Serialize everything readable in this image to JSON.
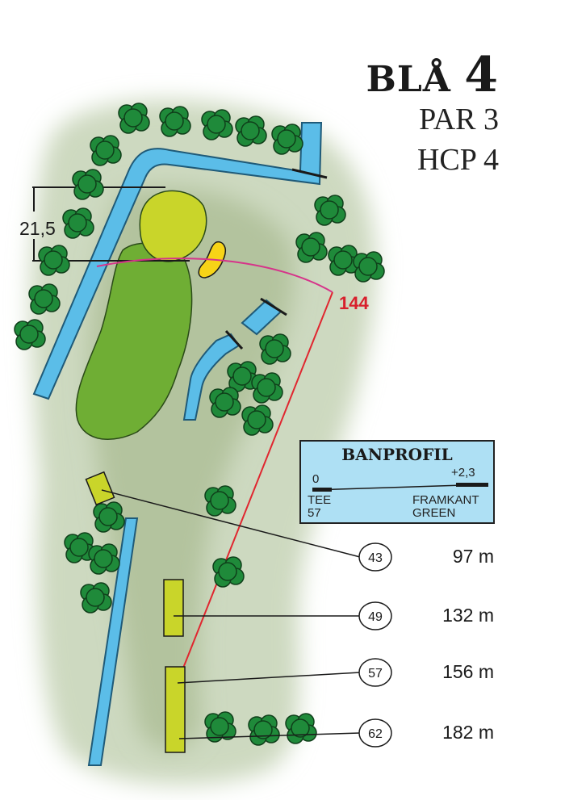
{
  "hole": {
    "tee_label": "BLÅ",
    "number": "4",
    "par_text": "PAR 3",
    "hcp_text": "HCP 4"
  },
  "green_depth": "21,5",
  "front_distance": "144",
  "profile": {
    "title": "BANPROFIL",
    "left_value": "0",
    "right_value": "+2,3",
    "left_label_1": "TEE",
    "left_label_2": "57",
    "right_label_1": "FRAMKANT",
    "right_label_2": "GREEN"
  },
  "tees": [
    {
      "id": "43",
      "distance": "97 m"
    },
    {
      "id": "49",
      "distance": "132 m"
    },
    {
      "id": "57",
      "distance": "156 m"
    },
    {
      "id": "62",
      "distance": "182 m"
    }
  ],
  "colors": {
    "rough": "#cdd9c0",
    "fairway": "#aebf98",
    "approach": "#6fae34",
    "green": "#c9d52a",
    "bunker": "#f7d417",
    "water": "#5bbde8",
    "tree": "#1f8a3a",
    "distance_line": "#e0262f",
    "green_arc": "#d6348a",
    "tee": "#c9d52a"
  }
}
